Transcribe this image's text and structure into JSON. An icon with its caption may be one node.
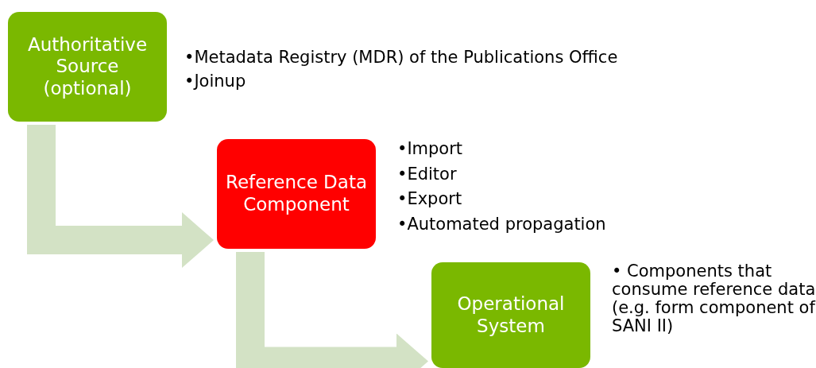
{
  "diagram": {
    "nodes": [
      {
        "text": [
          "Authoritative Source (optional)"
        ],
        "beside": [
          "•Metadata Registry (MDR) of the Publications Office",
          "•Joinup"
        ]
      },
      {
        "text": [
          "Reference Data Component"
        ],
        "beside": [
          "•Import",
          "•Editor",
          "•Export",
          "•Automated propagation"
        ]
      },
      {
        "text": [
          "Operational System"
        ],
        "beside": [
          "• Components that consume reference data (e.g. form component of SANI II)"
        ]
      }
    ],
    "edges": [
      {
        "from": 0,
        "to": 1,
        "arrow": "to"
      },
      {
        "from": 1,
        "to": 2,
        "arrow": "to"
      }
    ]
  }
}
